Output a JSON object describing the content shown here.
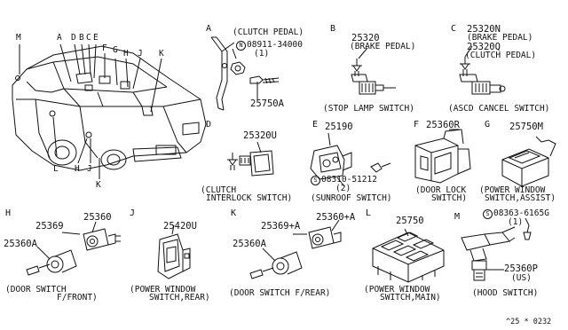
{
  "car_callouts": [
    "M",
    "A",
    "D",
    "B",
    "C",
    "E",
    "F",
    "G",
    "H",
    "J",
    "K",
    "L",
    "H",
    "J",
    "K"
  ],
  "sections": {
    "A": {
      "letter": "A",
      "caption": "(CLUTCH PEDAL)",
      "nut_symbol": "N",
      "nut_part": "08911-34000",
      "nut_qty": "(1)",
      "part": "25750A"
    },
    "B": {
      "letter": "B",
      "part": "25320",
      "caption": "(BRAKE PEDAL)",
      "title": "(STOP LAMP SWITCH)"
    },
    "C": {
      "letter": "C",
      "part1": "25320N",
      "caption1": "(BRAKE PEDAL)",
      "part2": "25320Q",
      "caption2": "(CLUTCH PEDAL)",
      "title": "(ASCD CANCEL SWITCH)"
    },
    "D": {
      "letter": "D",
      "part": "25320U",
      "title1": "(CLUTCH",
      "title2": "INTERLOCK SWITCH)"
    },
    "E": {
      "letter": "E",
      "part": "25190",
      "screw_symbol": "S",
      "screw_part": "08310-51212",
      "screw_qty": "(2)",
      "title": "(SUNROOF SWITCH)"
    },
    "F": {
      "letter": "F",
      "part": "25360R",
      "title1": "(DOOR LOCK",
      "title2": "SWITCH)"
    },
    "G": {
      "letter": "G",
      "part": "25750M",
      "title1": "(POWER WINDOW",
      "title2": "SWITCH,ASSIST)"
    },
    "H": {
      "letter": "H",
      "part1": "25369",
      "part2": "25360",
      "part3": "25360A",
      "title1": "(DOOR SWITCH",
      "title2": "F/FRONT)"
    },
    "J": {
      "letter": "J",
      "part": "25420U",
      "title1": "(POWER WINDOW",
      "title2": "SWITCH,REAR)"
    },
    "K": {
      "letter": "K",
      "part1": "25369+A",
      "part2": "25360+A",
      "part3": "25360A",
      "title": "(DOOR SWITCH F/REAR)"
    },
    "L": {
      "letter": "L",
      "part": "25750",
      "title1": "(POWER WINDOW",
      "title2": "SWITCH,MAIN)"
    },
    "M": {
      "letter": "M",
      "screw_symbol": "S",
      "screw_part": "08363-6165G",
      "screw_qty": "(1)",
      "part": "25360P",
      "variant": "(US)",
      "title": "(HOOD SWITCH)"
    }
  },
  "footer_code": "^25 * 0232"
}
